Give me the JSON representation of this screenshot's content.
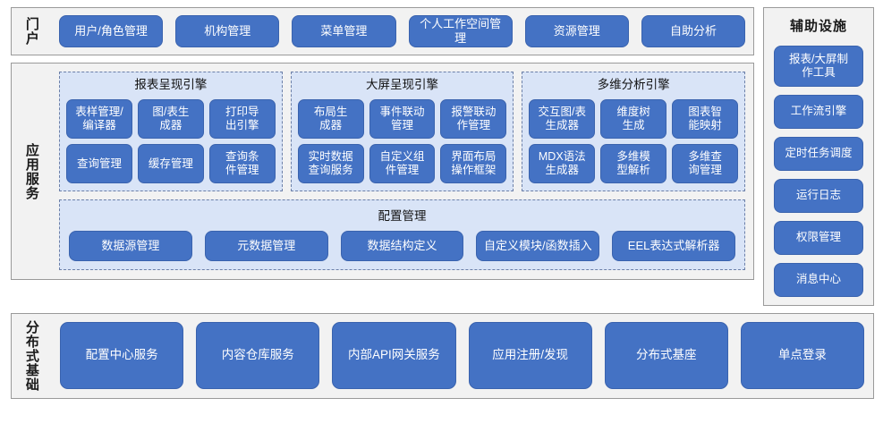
{
  "portal": {
    "label": "门户",
    "items": [
      {
        "label": "用户/角色管理"
      },
      {
        "label": "机构管理"
      },
      {
        "label": "菜单管理"
      },
      {
        "label": "个人工作空间管理"
      },
      {
        "label": "资源管理"
      },
      {
        "label": "自助分析"
      }
    ]
  },
  "app_services": {
    "label": "应用服务",
    "engines": [
      {
        "title": "报表呈现引擎",
        "items": [
          {
            "label": "表样管理/\n编译器"
          },
          {
            "label": "图/表生\n成器"
          },
          {
            "label": "打印导\n出引擎"
          },
          {
            "label": "查询管理"
          },
          {
            "label": "缓存管理"
          },
          {
            "label": "查询条\n件管理"
          }
        ]
      },
      {
        "title": "大屏呈现引擎",
        "items": [
          {
            "label": "布局生\n成器"
          },
          {
            "label": "事件联动\n管理"
          },
          {
            "label": "报警联动\n作管理"
          },
          {
            "label": "实时数据\n查询服务"
          },
          {
            "label": "自定义组\n件管理"
          },
          {
            "label": "界面布局\n操作框架"
          }
        ]
      },
      {
        "title": "多维分析引擎",
        "items": [
          {
            "label": "交互图/表\n生成器"
          },
          {
            "label": "维度树\n生成"
          },
          {
            "label": "图表智\n能映射"
          },
          {
            "label": "MDX语法\n生成器"
          },
          {
            "label": "多维模\n型解析"
          },
          {
            "label": "多维查\n询管理"
          }
        ]
      }
    ],
    "config": {
      "title": "配置管理",
      "items": [
        {
          "label": "数据源管理"
        },
        {
          "label": "元数据管理"
        },
        {
          "label": "数据结构定义"
        },
        {
          "label": "自定义模块/函数插入"
        },
        {
          "label": "EEL表达式解析器"
        }
      ]
    }
  },
  "aux": {
    "title": "辅助设施",
    "items": [
      {
        "label": "报表/大屏制\n作工具",
        "tall": true
      },
      {
        "label": "工作流引擎",
        "tall": false
      },
      {
        "label": "定时任务调度",
        "tall": false
      },
      {
        "label": "运行日志",
        "tall": false
      },
      {
        "label": "权限管理",
        "tall": false
      },
      {
        "label": "消息中心",
        "tall": false
      }
    ]
  },
  "base": {
    "label": "分布式基础",
    "items": [
      {
        "label": "配置中心服务"
      },
      {
        "label": "内容仓库服务"
      },
      {
        "label": "内部API网关服务"
      },
      {
        "label": "应用注册/发现"
      },
      {
        "label": "分布式基座"
      },
      {
        "label": "单点登录"
      }
    ]
  },
  "colors": {
    "button_blue": "#4472C4",
    "panel_light_blue": "#D9E4F7",
    "section_gray": "#F2F2F2",
    "border_gray": "#9A9A9A"
  }
}
